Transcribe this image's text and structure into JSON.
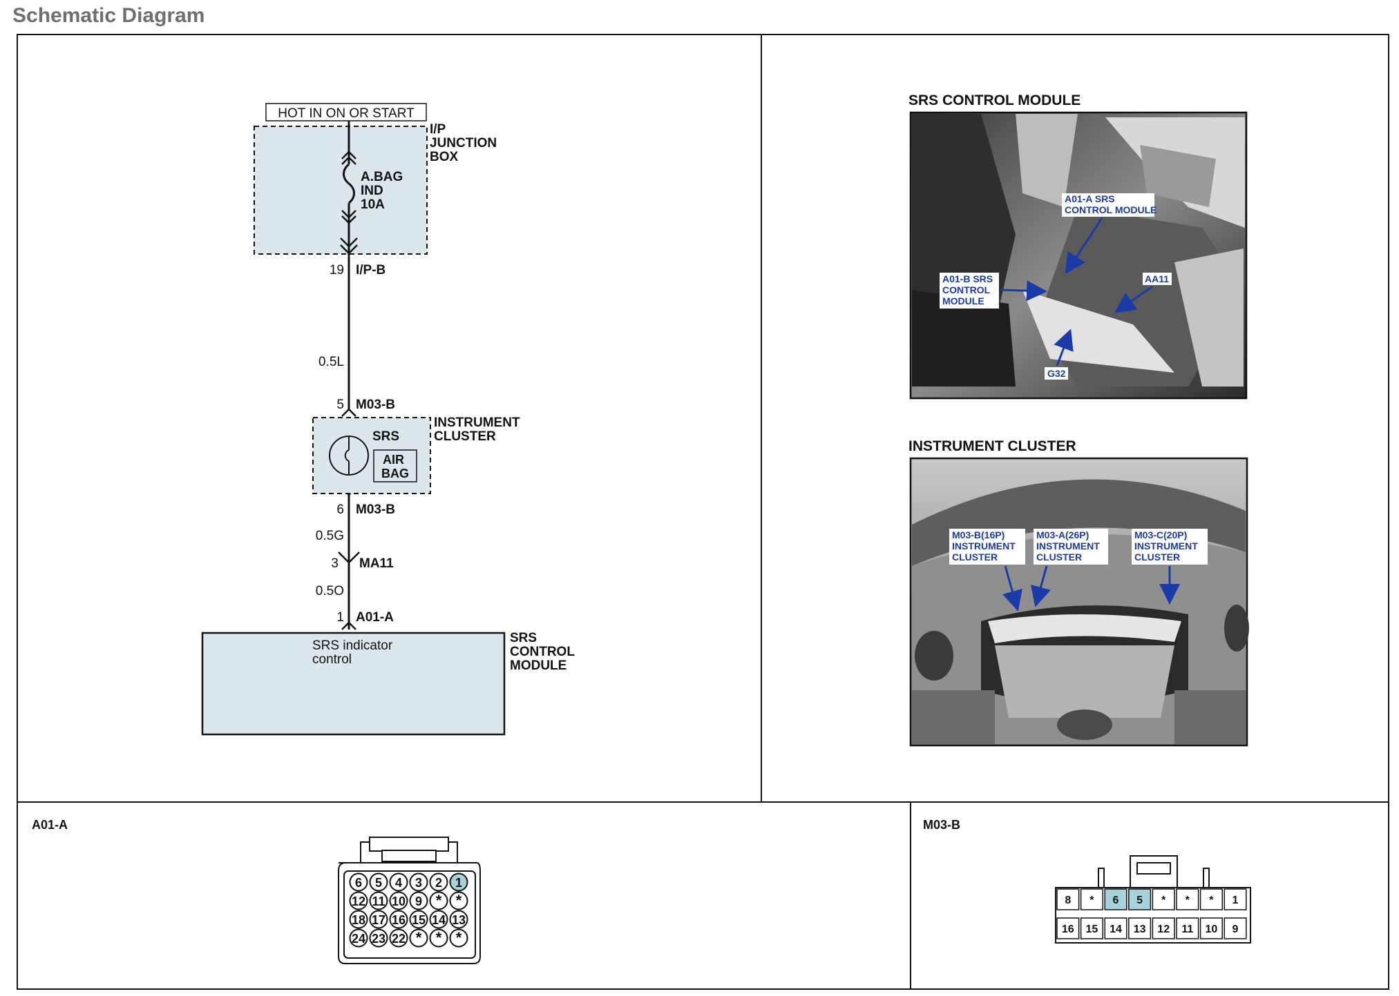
{
  "page": {
    "title": "Schematic Diagram"
  },
  "schematic": {
    "power_label": "HOT IN ON OR START",
    "junction_box": {
      "lines": [
        "I/P",
        "JUNCTION",
        "BOX"
      ]
    },
    "fuse": {
      "lines": [
        "A.BAG",
        "IND",
        "10A"
      ]
    },
    "connector_ip": {
      "pin": "19",
      "name": "I/P-B"
    },
    "wire_1": "0.5L",
    "cluster_in": {
      "pin": "5",
      "name": "M03-B"
    },
    "cluster": {
      "lines": [
        "INSTRUMENT",
        "CLUSTER"
      ],
      "lamp": "SRS",
      "lamp_box": [
        "AIR",
        "BAG"
      ]
    },
    "cluster_out": {
      "pin": "6",
      "name": "M03-B"
    },
    "wire_2": "0.5G",
    "connector_ma": {
      "pin": "3",
      "name": "MA11"
    },
    "wire_3": "0.5O",
    "module_in": {
      "pin": "1",
      "name": "A01-A"
    },
    "module": {
      "lines": [
        "SRS",
        "CONTROL",
        "MODULE"
      ],
      "inner": [
        "SRS indicator",
        "control"
      ]
    }
  },
  "photos": {
    "srs": {
      "title": "SRS CONTROL MODULE",
      "callouts": {
        "a01a": [
          "A01-A SRS",
          "CONTROL MODULE"
        ],
        "a01b": [
          "A01-B SRS",
          "CONTROL",
          "MODULE"
        ],
        "aa11": [
          "AA11"
        ],
        "g32": [
          "G32"
        ]
      }
    },
    "cluster": {
      "title": "INSTRUMENT CLUSTER",
      "callouts": {
        "m03b": [
          "M03-B(16P)",
          "INSTRUMENT",
          "CLUSTER"
        ],
        "m03a": [
          "M03-A(26P)",
          "INSTRUMENT",
          "CLUSTER"
        ],
        "m03c": [
          "M03-C(20P)",
          "INSTRUMENT",
          "CLUSTER"
        ]
      }
    }
  },
  "connectors": {
    "a01a": {
      "title": "A01-A",
      "rows": [
        [
          "6",
          "5",
          "4",
          "3",
          "2",
          "1"
        ],
        [
          "12",
          "11",
          "10",
          "9",
          "*",
          "*"
        ],
        [
          "18",
          "17",
          "16",
          "15",
          "14",
          "13"
        ],
        [
          "24",
          "23",
          "22",
          "*",
          "*",
          "*"
        ]
      ],
      "highlight": [
        "1"
      ]
    },
    "m03b": {
      "title": "M03-B",
      "rows": [
        [
          "8",
          "*",
          "6",
          "5",
          "*",
          "*",
          "*",
          "1"
        ],
        [
          "16",
          "15",
          "14",
          "13",
          "12",
          "11",
          "10",
          "9"
        ]
      ],
      "highlight": [
        "6",
        "5"
      ]
    }
  },
  "colors": {
    "fill": "#dbe7ec",
    "pin_highlight": "#a9d3dc",
    "callout": "#1a3aa8",
    "title_gray": "#6f6f6f"
  }
}
